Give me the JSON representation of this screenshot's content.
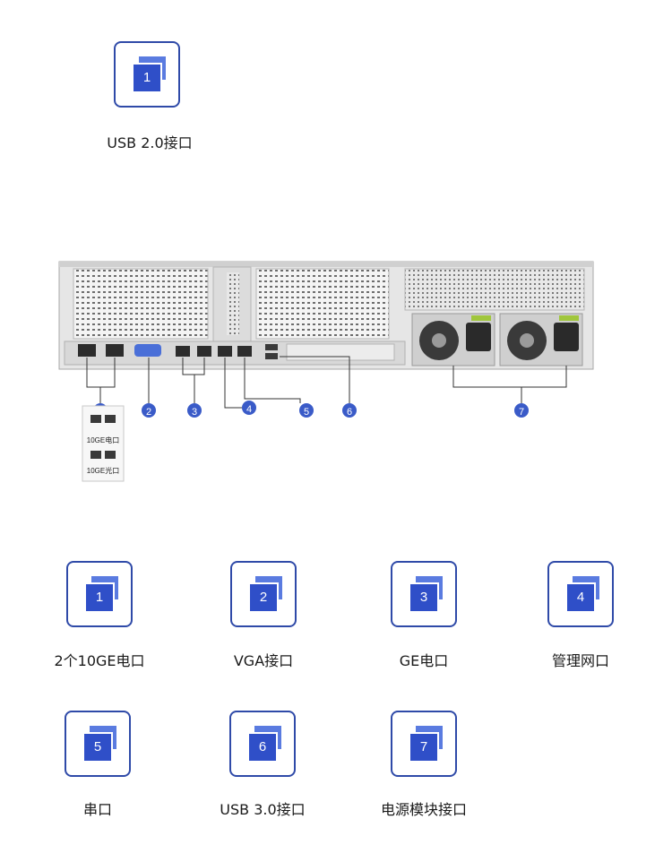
{
  "top_item": {
    "number": "1",
    "label": "USB 2.0接口"
  },
  "callouts": [
    "1",
    "2",
    "3",
    "4",
    "5",
    "6",
    "7"
  ],
  "legend": {
    "row1": "10GE电口",
    "row2": "10GE光口"
  },
  "items": [
    {
      "number": "1",
      "label": "2个10GE电口"
    },
    {
      "number": "2",
      "label": "VGA接口"
    },
    {
      "number": "3",
      "label": "GE电口"
    },
    {
      "number": "4",
      "label": "管理网口"
    },
    {
      "number": "5",
      "label": "串口"
    },
    {
      "number": "6",
      "label": "USB 3.0接口"
    },
    {
      "number": "7",
      "label": "电源模块接口"
    }
  ],
  "colors": {
    "tile_border": "#2f4aa8",
    "tile_fill": "#2f4fc8",
    "callout": "#3a5bc8"
  }
}
